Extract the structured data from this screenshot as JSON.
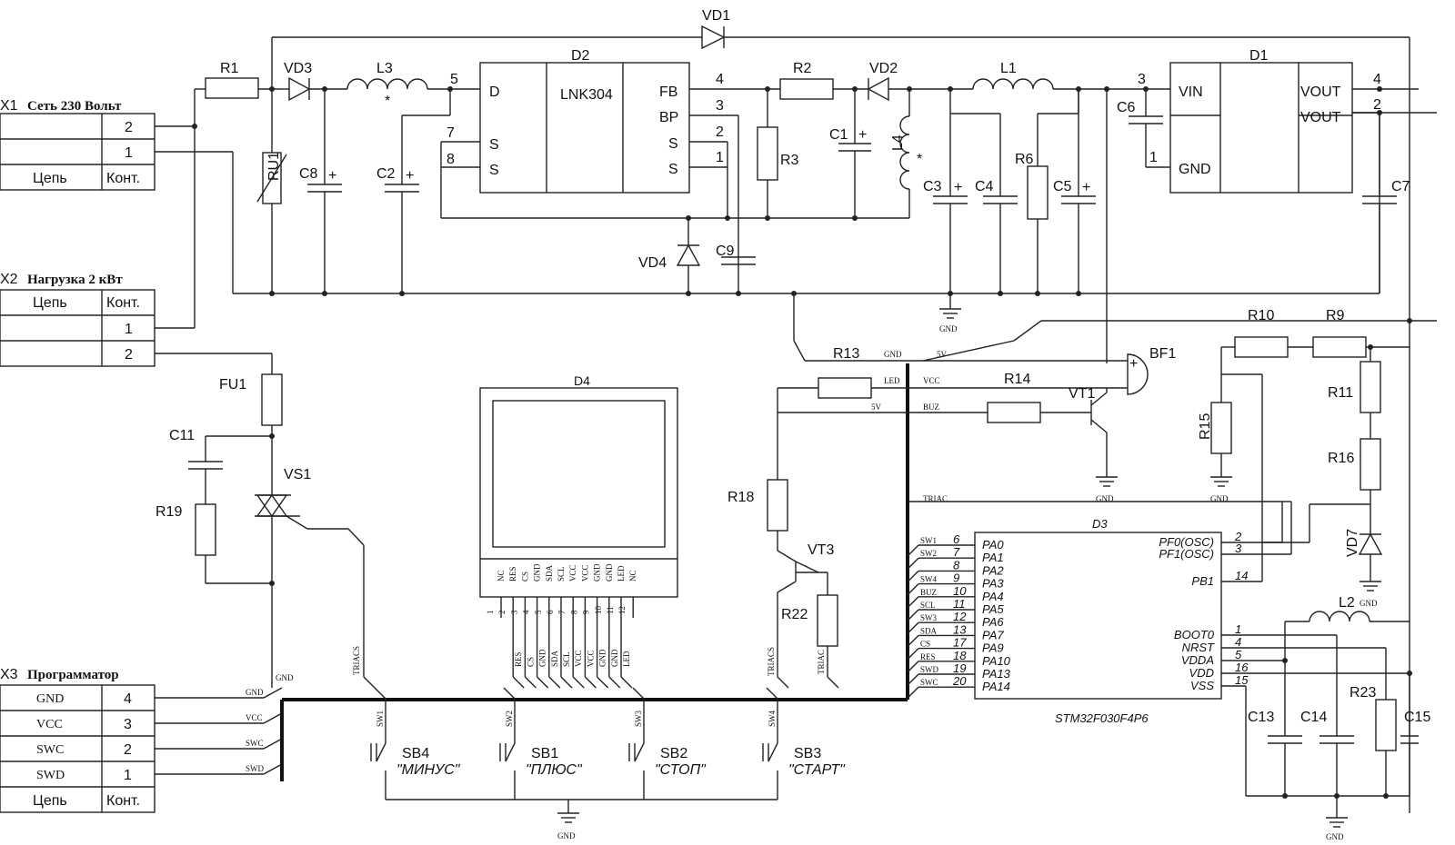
{
  "connectors": {
    "x1": {
      "title": "X1",
      "name": "Сеть 230 Вольт",
      "rows": [
        {
          "pin": "2"
        },
        {
          "pin": "1"
        }
      ],
      "hdr_circuit": "Цепь",
      "hdr_contact": "Конт."
    },
    "x2": {
      "title": "X2",
      "name": "Нагрузка 2 кВт",
      "hdr_circuit": "Цепь",
      "hdr_contact": "Конт.",
      "rows": [
        {
          "pin": "1"
        },
        {
          "pin": "2"
        }
      ]
    },
    "x3": {
      "title": "X3",
      "name": "Программатор",
      "rows": [
        {
          "net": "GND",
          "pin": "4"
        },
        {
          "net": "VCC",
          "pin": "3"
        },
        {
          "net": "SWC",
          "pin": "2"
        },
        {
          "net": "SWD",
          "pin": "1"
        }
      ],
      "hdr_circuit": "Цепь",
      "hdr_contact": "Конт."
    }
  },
  "designators": {
    "R1": "R1",
    "VD3": "VD3",
    "L3": "L3",
    "D2": "D2",
    "VD1": "VD1",
    "R2": "R2",
    "VD2": "VD2",
    "L1": "L1",
    "D1": "D1",
    "RU1": "RU1",
    "C8": "C8",
    "C2": "C2",
    "R3": "R3",
    "C1": "C1",
    "L4": "L4",
    "C3": "C3",
    "C4": "C4",
    "R6": "R6",
    "C5": "C5",
    "C6": "C6",
    "C7": "C7",
    "VD4": "VD4",
    "C9": "C9",
    "FU1": "FU1",
    "C11": "C11",
    "R19": "R19",
    "VS1": "VS1",
    "D4": "D4",
    "R13": "R13",
    "R14": "R14",
    "R18": "R18",
    "R22": "R22",
    "VT3": "VT3",
    "VT1": "VT1",
    "BF1": "BF1",
    "R10": "R10",
    "R9": "R9",
    "R11": "R11",
    "R16": "R16",
    "R15": "R15",
    "VD7": "VD7",
    "D3": "D3",
    "L2": "L2",
    "R23": "R23",
    "C13": "C13",
    "C14": "C14",
    "C15": "C15",
    "SB4": "SB4",
    "SB1": "SB1",
    "SB2": "SB2",
    "SB3": "SB3"
  },
  "ics": {
    "d2": {
      "part": "LNK304",
      "pins_left": [
        {
          "num": "5",
          "name": "D"
        },
        {
          "num": "7",
          "name": "S"
        },
        {
          "num": "8",
          "name": "S"
        }
      ],
      "pins_right": [
        {
          "num": "4",
          "name": "FB"
        },
        {
          "num": "3",
          "name": "BP"
        },
        {
          "num": "2",
          "name": "S"
        },
        {
          "num": "1",
          "name": "S"
        }
      ]
    },
    "d1": {
      "pins_left": [
        {
          "num": "3",
          "name": "VIN"
        },
        {
          "num": "1",
          "name": "GND"
        }
      ],
      "pins_right": [
        {
          "num": "4",
          "name": "VOUT"
        },
        {
          "num": "2",
          "name": "VOUT"
        }
      ]
    },
    "d3": {
      "part": "STM32F030F4P6",
      "left_pins": [
        {
          "net": "SW1",
          "num": "6",
          "name": "PA0"
        },
        {
          "net": "SW2",
          "num": "7",
          "name": "PA1"
        },
        {
          "net": "",
          "num": "8",
          "name": "PA2"
        },
        {
          "net": "SW4",
          "num": "9",
          "name": "PA3"
        },
        {
          "net": "BUZ",
          "num": "10",
          "name": "PA4"
        },
        {
          "net": "SCL",
          "num": "11",
          "name": "PA5"
        },
        {
          "net": "SW3",
          "num": "12",
          "name": "PA6"
        },
        {
          "net": "SDA",
          "num": "13",
          "name": "PA7"
        },
        {
          "net": "CS",
          "num": "17",
          "name": "PA9"
        },
        {
          "net": "RES",
          "num": "18",
          "name": "PA10"
        },
        {
          "net": "SWD",
          "num": "19",
          "name": "PA13"
        },
        {
          "net": "SWC",
          "num": "20",
          "name": "PA14"
        }
      ],
      "right_pins": [
        {
          "num": "2",
          "name": "PF0(OSC)"
        },
        {
          "num": "3",
          "name": "PF1(OSC)"
        },
        {
          "num": "14",
          "name": "PB1"
        },
        {
          "num": "1",
          "name": "BOOT0"
        },
        {
          "num": "4",
          "name": "NRST"
        },
        {
          "num": "5",
          "name": "VDDA"
        },
        {
          "num": "16",
          "name": "VDD"
        },
        {
          "num": "15",
          "name": "VSS"
        }
      ]
    },
    "d4": {
      "pins": [
        {
          "name": "NC",
          "num": "1"
        },
        {
          "name": "RES",
          "num": "2"
        },
        {
          "name": "CS",
          "num": "3"
        },
        {
          "name": "GND",
          "num": "4"
        },
        {
          "name": "SDA",
          "num": "5"
        },
        {
          "name": "SCL",
          "num": "6"
        },
        {
          "name": "VCC",
          "num": "7"
        },
        {
          "name": "VCC",
          "num": "8"
        },
        {
          "name": "GND",
          "num": "9"
        },
        {
          "name": "GND",
          "num": "10"
        },
        {
          "name": "LED",
          "num": "11"
        },
        {
          "name": "NC",
          "num": "12"
        }
      ],
      "bus_labels": [
        "RES",
        "CS",
        "GND",
        "SDA",
        "SCL",
        "VCC",
        "VCC",
        "GND",
        "GND",
        "LED"
      ]
    }
  },
  "nets": {
    "gnd": "GND",
    "v5": "5V",
    "vcc": "VCC",
    "led": "LED",
    "buz": "BUZ",
    "triac": "TRIAC",
    "triacs": "TRIACS",
    "sw1": "SW1",
    "sw2": "SW2",
    "sw3": "SW3",
    "sw4": "SW4",
    "x3_gnd": "GND",
    "x3_vcc": "VCC",
    "x3_swc": "SWC",
    "x3_swd": "SWD"
  },
  "buttons": [
    {
      "ref": "SB4",
      "label": "\"МИНУС\""
    },
    {
      "ref": "SB1",
      "label": "\"ПЛЮС\""
    },
    {
      "ref": "SB2",
      "label": "\"СТОП\""
    },
    {
      "ref": "SB3",
      "label": "\"СТАРТ\""
    }
  ],
  "marks": {
    "plus": "+",
    "dot": "*"
  }
}
